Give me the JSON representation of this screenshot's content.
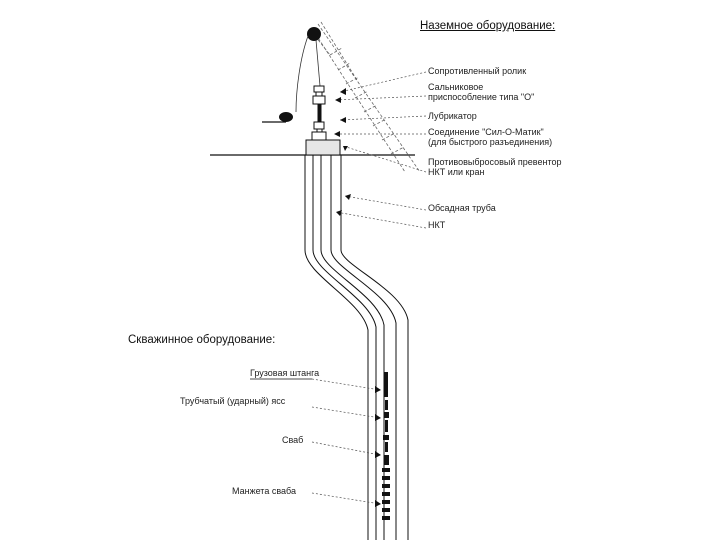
{
  "surface": {
    "heading": "Наземное оборудование:",
    "labels": [
      "Сопротивленный ролик",
      "Сальниковое\nприспособление типа \"О\"",
      "Лубрикатор",
      "Соединение \"Сил-О-Матик\"\n(для быстрого разъединения)",
      "Противовыбросовый превентор\nНКТ или кран",
      "Обсадная труба",
      "НКТ"
    ]
  },
  "downhole": {
    "heading": "Скважинное оборудование:",
    "labels": [
      "Грузовая штанга",
      "Трубчатый (ударный) ясс",
      "Сваб",
      "Манжета сваба"
    ]
  }
}
